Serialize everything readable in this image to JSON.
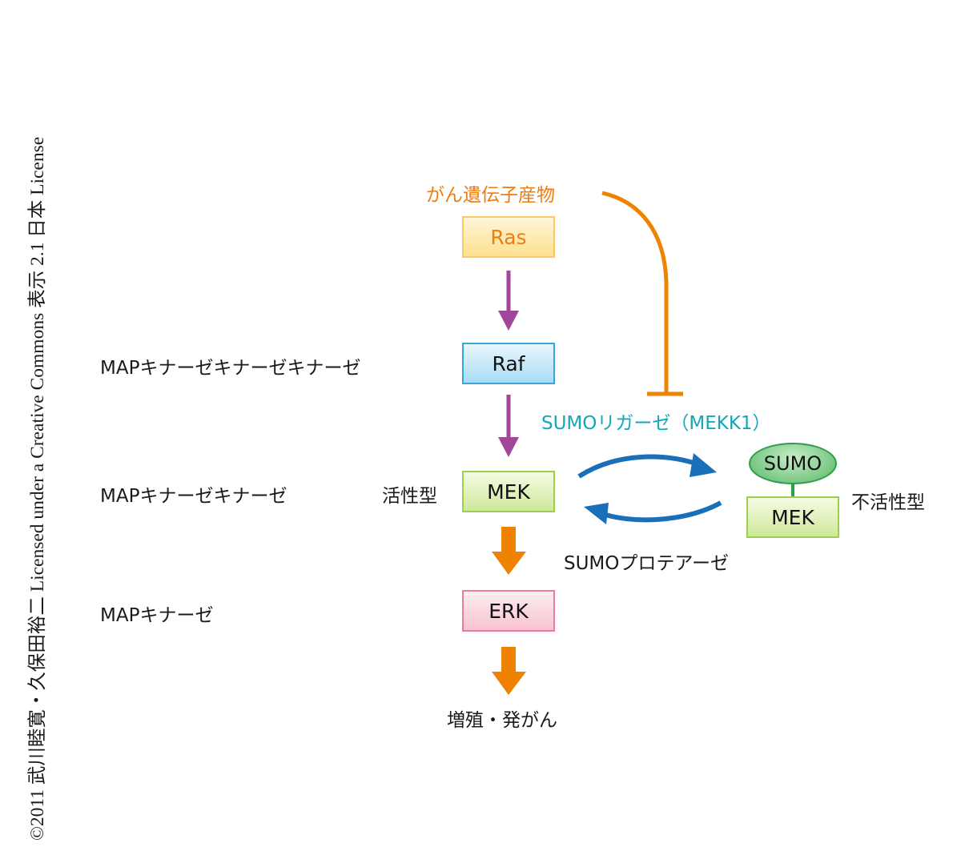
{
  "copyright": "©2011 武川睦寛・久保田裕二 Licensed under a Creative Commons 表示 2.1 日本 License",
  "oncogene_label": "がん遺伝子産物",
  "nodes": {
    "ras": "Ras",
    "raf": "Raf",
    "mek_active": "MEK",
    "erk": "ERK",
    "sumo": "SUMO",
    "mek_inactive": "MEK"
  },
  "left_labels": {
    "mapkkk": "MAPキナーゼキナーゼキナーゼ",
    "mapkk": "MAPキナーゼキナーゼ",
    "mapk": "MAPキナーゼ"
  },
  "state_labels": {
    "active": "活性型",
    "inactive": "不活性型"
  },
  "enzymes": {
    "sumo_ligase": "SUMOリガーゼ（MEKK1）",
    "sumo_protease": "SUMOプロテアーゼ"
  },
  "outcome": "増殖・発がん",
  "colors": {
    "oncogene_orange": "#ee7d10",
    "pathway_purple": "#a0479a",
    "cycle_blue": "#1a6fb9",
    "ligase_teal": "#12a8b8",
    "sumo_green": "#2f9e4a"
  }
}
